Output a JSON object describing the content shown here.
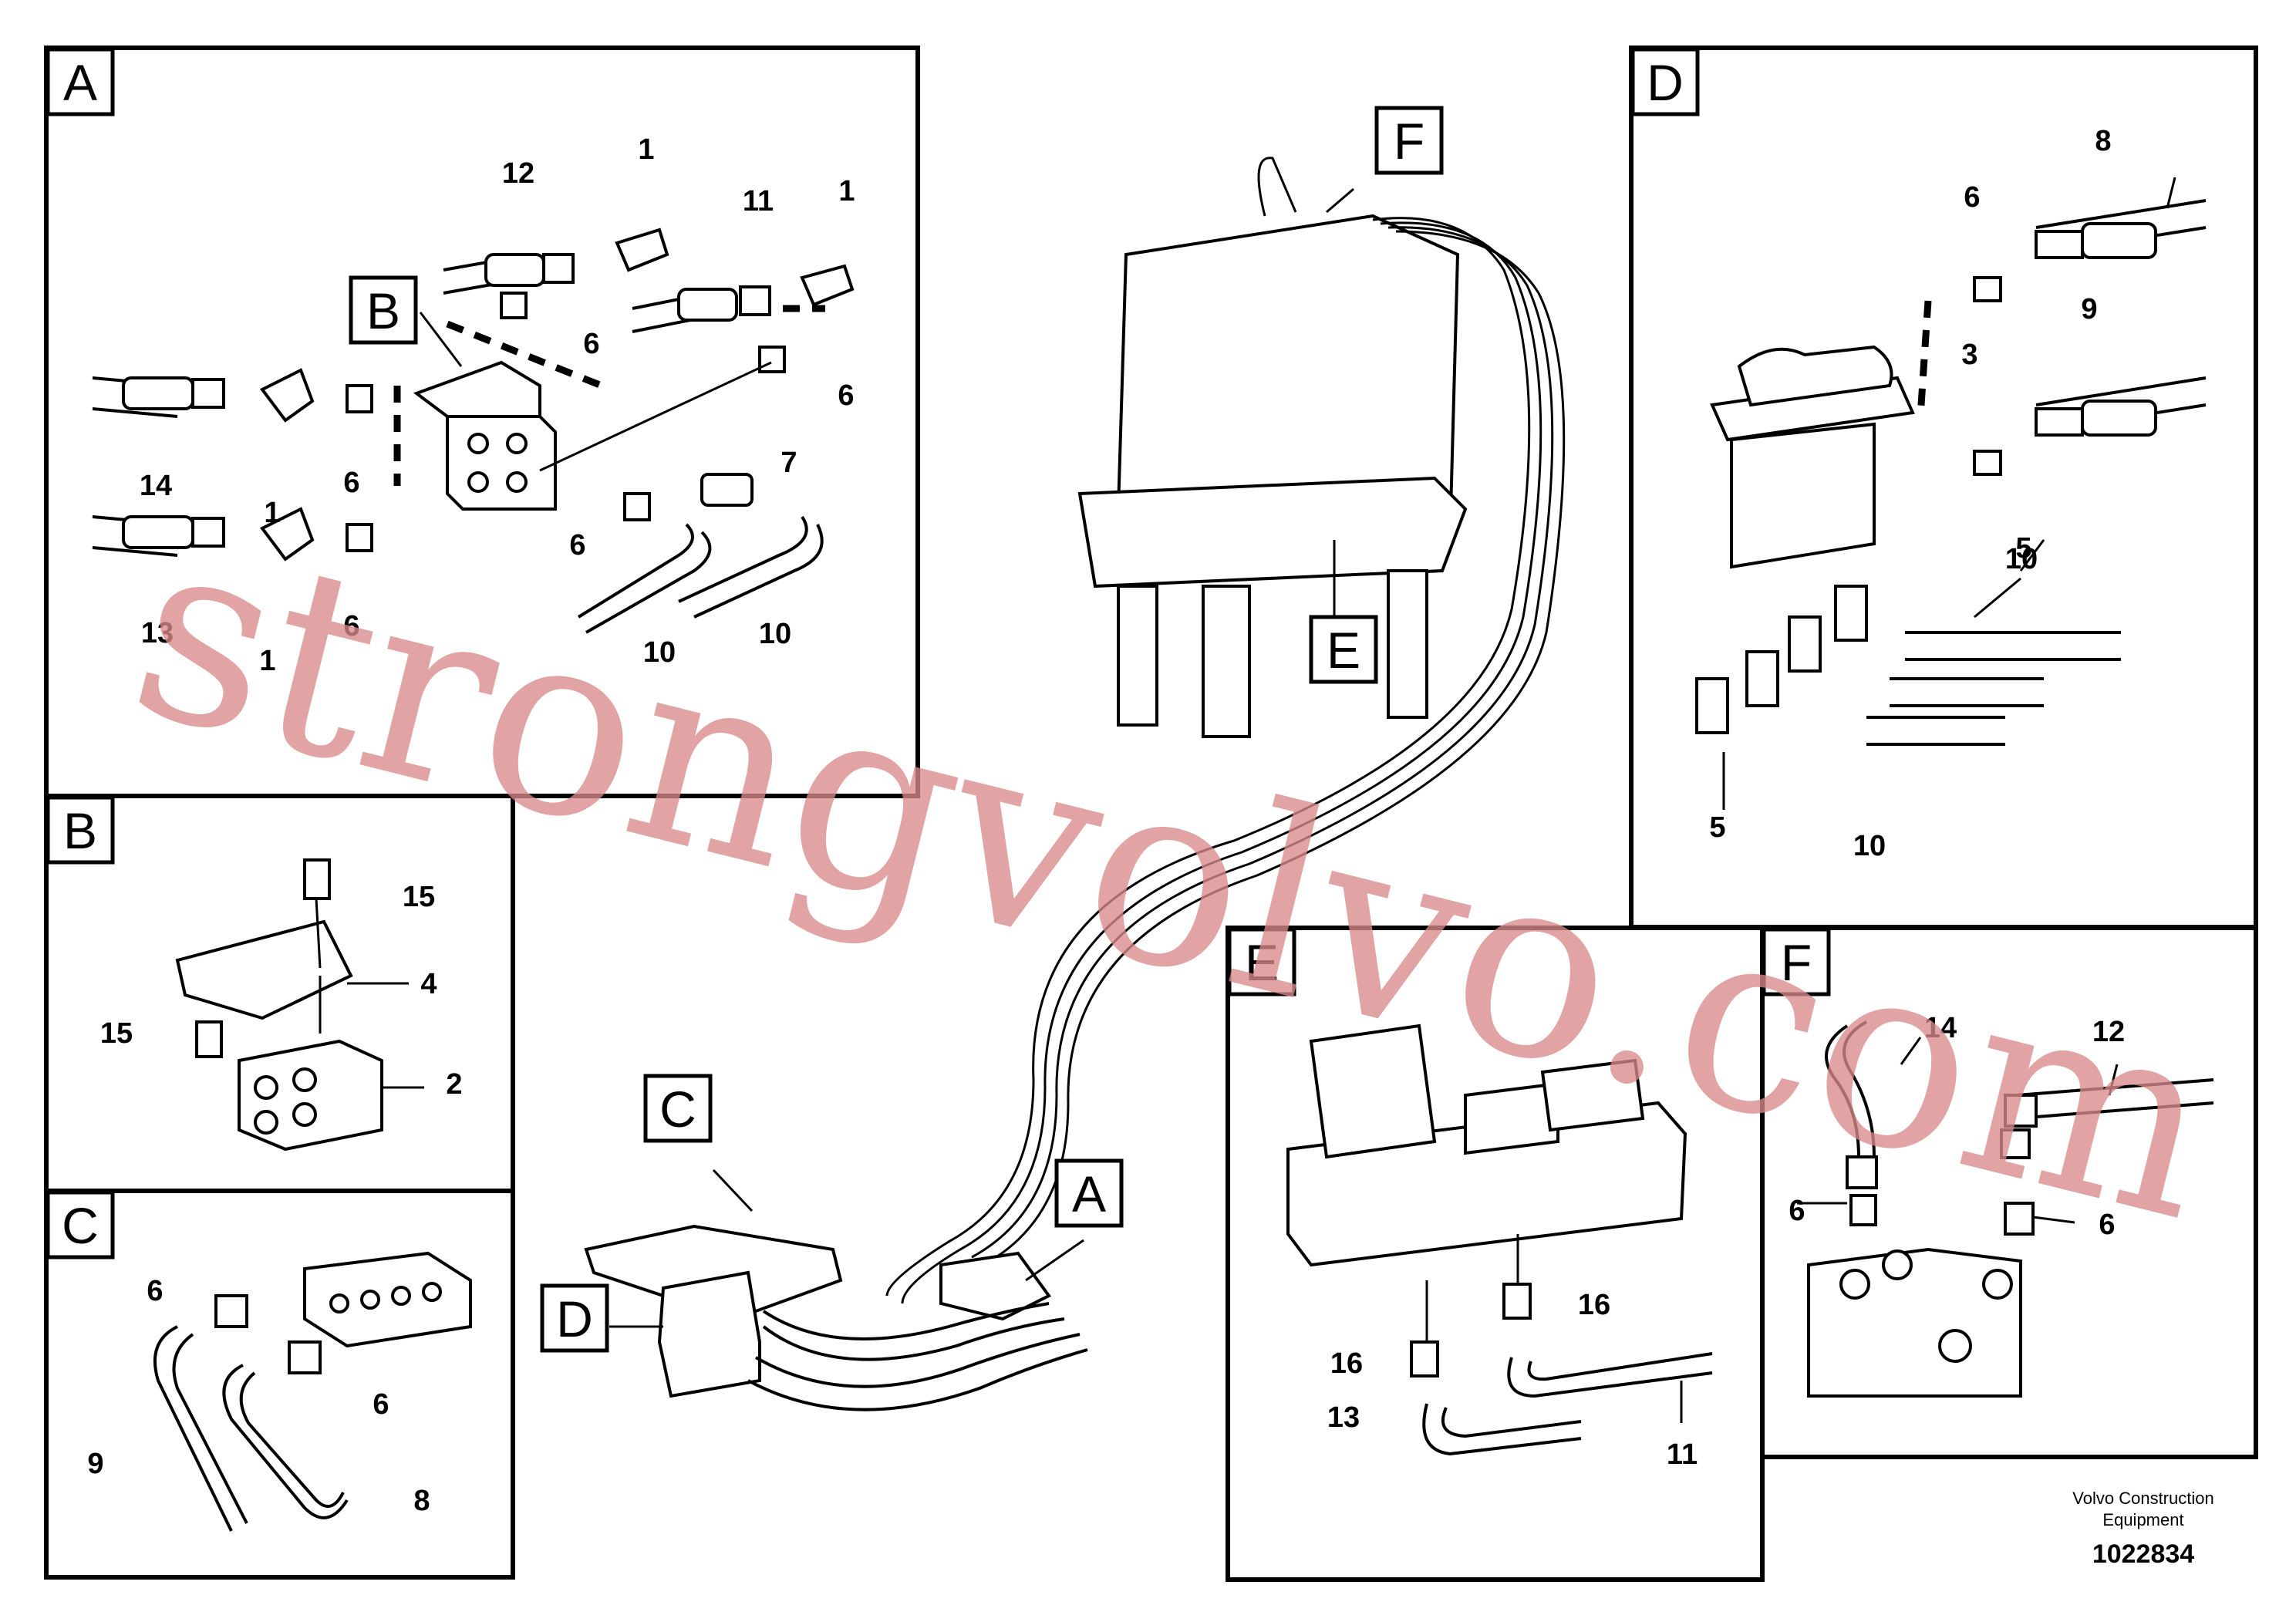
{
  "panels": {
    "a": {
      "label": "A",
      "sub_label": "B",
      "callouts": [
        "12",
        "1",
        "11",
        "1",
        "6",
        "6",
        "7",
        "14",
        "1",
        "6",
        "6",
        "13",
        "1",
        "6",
        "10",
        "10"
      ]
    },
    "b": {
      "label": "B",
      "callouts": [
        "15",
        "4",
        "15",
        "2"
      ]
    },
    "c": {
      "label": "C",
      "callouts": [
        "6",
        "6",
        "9",
        "8"
      ]
    },
    "d": {
      "label": "D",
      "callouts": [
        "8",
        "6",
        "9",
        "3",
        "5",
        "10",
        "5",
        "10"
      ]
    },
    "e": {
      "label": "E",
      "callouts": [
        "16",
        "16",
        "13",
        "11"
      ]
    },
    "f": {
      "label": "F",
      "callouts": [
        "14",
        "12",
        "6",
        "6"
      ]
    }
  },
  "central_labels": [
    "F",
    "E",
    "C",
    "A",
    "D"
  ],
  "footer": {
    "line1": "Volvo Construction",
    "line2": "Equipment",
    "drawing_number": "1022834"
  },
  "watermark": "strongvolvo.com"
}
